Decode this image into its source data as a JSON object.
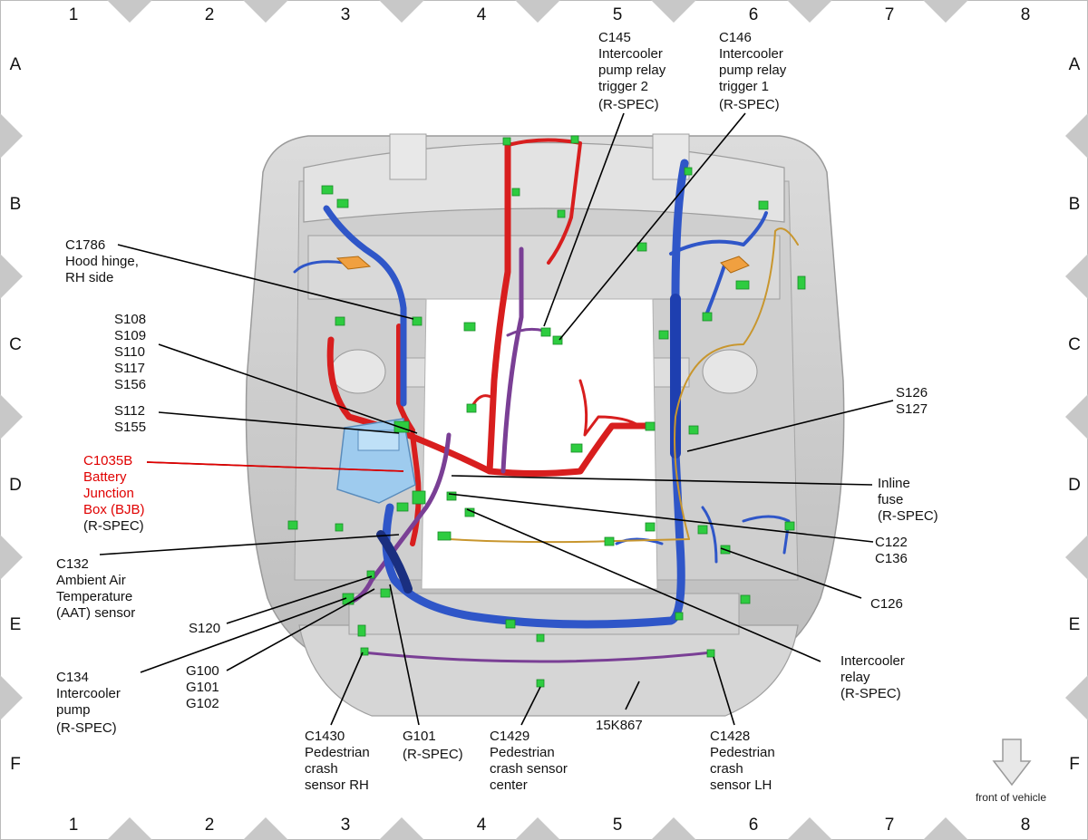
{
  "grid": {
    "columns": [
      "1",
      "2",
      "3",
      "4",
      "5",
      "6",
      "7",
      "8"
    ],
    "rows": [
      "A",
      "B",
      "C",
      "D",
      "E",
      "F"
    ]
  },
  "callouts": [
    {
      "id": "c145",
      "lines": [
        "C145",
        "Intercooler",
        "pump relay",
        "trigger 2",
        "(R-SPEC)"
      ]
    },
    {
      "id": "c146",
      "lines": [
        "C146",
        "Intercooler",
        "pump relay",
        "trigger 1",
        "(R-SPEC)"
      ]
    },
    {
      "id": "c1786",
      "lines": [
        "C1786",
        "Hood hinge,",
        "RH side"
      ]
    },
    {
      "id": "splices1",
      "lines": [
        "S108",
        "S109",
        "S110",
        "S117",
        "S156"
      ]
    },
    {
      "id": "splices2",
      "lines": [
        "S112",
        "S155"
      ]
    },
    {
      "id": "c1035b",
      "lines": [
        "C1035B",
        "Battery",
        "Junction",
        "Box (BJB)"
      ],
      "sub": "(R-SPEC)"
    },
    {
      "id": "c132",
      "lines": [
        "C132",
        "Ambient Air",
        "Temperature",
        "(AAT) sensor"
      ]
    },
    {
      "id": "s120",
      "lines": [
        "S120"
      ]
    },
    {
      "id": "c134",
      "lines": [
        "C134",
        "Intercooler",
        "pump",
        "(R-SPEC)"
      ]
    },
    {
      "id": "g100",
      "lines": [
        "G100",
        "G101",
        "G102"
      ]
    },
    {
      "id": "c1430",
      "lines": [
        "C1430",
        "Pedestrian",
        "crash",
        "sensor RH"
      ]
    },
    {
      "id": "g101r",
      "lines": [
        "G101",
        "(R-SPEC)"
      ]
    },
    {
      "id": "c1429",
      "lines": [
        "C1429",
        "Pedestrian",
        "crash sensor",
        "center"
      ]
    },
    {
      "id": "k867",
      "lines": [
        "15K867"
      ]
    },
    {
      "id": "c1428",
      "lines": [
        "C1428",
        "Pedestrian",
        "crash",
        "sensor LH"
      ]
    },
    {
      "id": "s126",
      "lines": [
        "S126",
        "S127"
      ]
    },
    {
      "id": "inline",
      "lines": [
        "Inline",
        "fuse",
        "(R-SPEC)"
      ]
    },
    {
      "id": "c122",
      "lines": [
        "C122",
        "C136"
      ]
    },
    {
      "id": "c126",
      "lines": [
        "C126"
      ]
    },
    {
      "id": "relay",
      "lines": [
        "Intercooler",
        "relay",
        "(R-SPEC)"
      ]
    }
  ],
  "orientation": {
    "label": "front of vehicle"
  },
  "colors": {
    "grid_marker": "#c8c8c8",
    "harness_red": "#d81e1e",
    "harness_blue": "#2f56c8",
    "harness_purple": "#7a3f95",
    "harness_tan": "#c8962e",
    "connector_green": "#2ecc40",
    "bjb_blue": "#9ecbee",
    "highlight_red": "#e00000"
  }
}
